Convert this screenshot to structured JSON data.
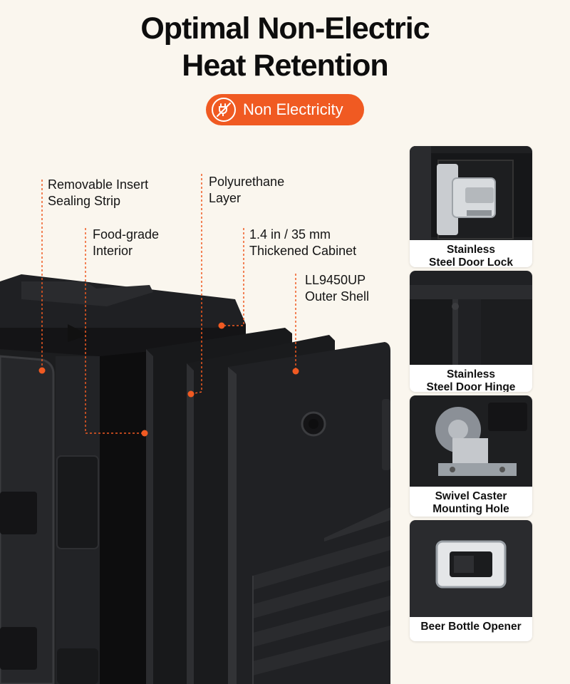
{
  "headline": {
    "line1": "Optimal Non-Electric",
    "line2": "Heat Retention"
  },
  "badge": {
    "text": "Non Electricity",
    "icon": "no-plug-icon"
  },
  "colors": {
    "accent": "#f05a22",
    "background": "#faf6ee",
    "product": "#1b1c1e"
  },
  "callouts": {
    "sealing_strip": {
      "line1": "Removable Insert",
      "line2": "Sealing Strip"
    },
    "polyurethane": {
      "line1": "Polyurethane",
      "line2": "Layer"
    },
    "interior": {
      "line1": "Food-grade",
      "line2": "Interior"
    },
    "cabinet": {
      "line1": "1.4 in / 35 mm",
      "line2": "Thickened Cabinet"
    },
    "outer_shell": {
      "line1": "LL9450UP",
      "line2": "Outer Shell"
    }
  },
  "features": [
    {
      "line1": "Stainless",
      "line2": "Steel Door Lock"
    },
    {
      "line1": "Stainless",
      "line2": "Steel Door Hinge"
    },
    {
      "line1": "Swivel Caster",
      "line2": "Mounting Hole"
    },
    {
      "line1": "Beer Bottle Opener",
      "line2": ""
    }
  ]
}
